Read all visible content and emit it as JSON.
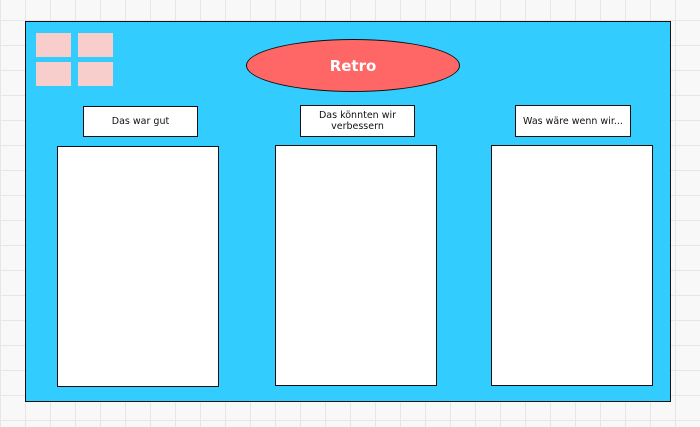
{
  "board": {
    "title": "Retro",
    "columns": [
      {
        "header": "Das war gut"
      },
      {
        "header": "Das könnten wir verbessern"
      },
      {
        "header": "Was wäre wenn wir..."
      }
    ]
  },
  "colors": {
    "board": "#33ccff",
    "title_ellipse": "#ff6666",
    "sticky_note": "#f8cecc",
    "column": "#ffffff"
  }
}
